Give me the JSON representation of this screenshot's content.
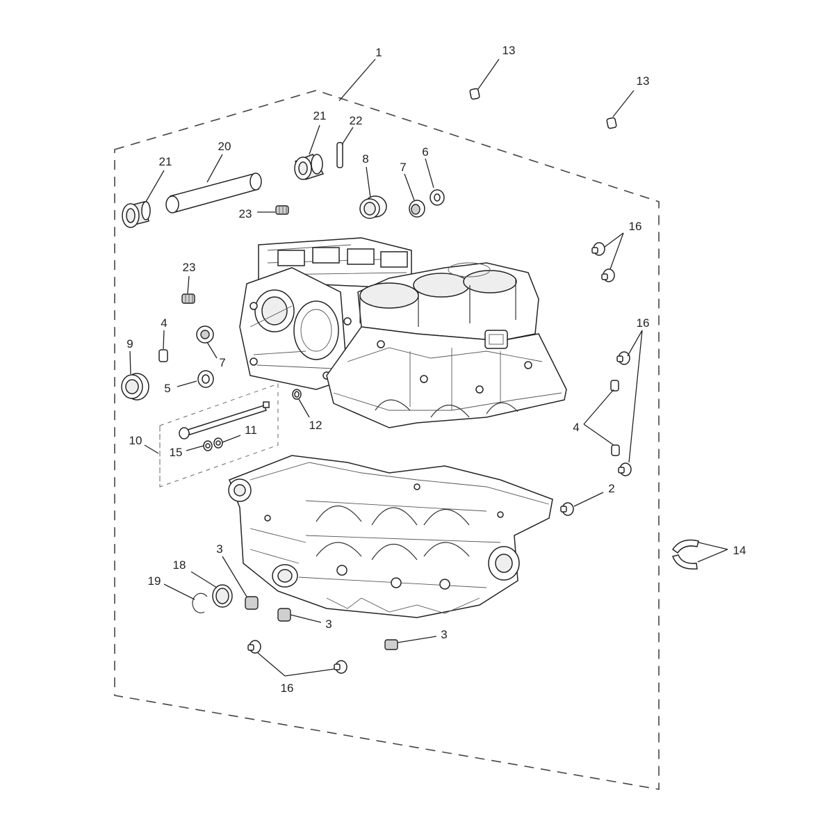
{
  "diagram": {
    "callouts": [
      {
        "id": "c1",
        "text": "1"
      },
      {
        "id": "c13a",
        "text": "13"
      },
      {
        "id": "c13b",
        "text": "13"
      },
      {
        "id": "c21a",
        "text": "21"
      },
      {
        "id": "c22",
        "text": "22"
      },
      {
        "id": "c20",
        "text": "20"
      },
      {
        "id": "c21b",
        "text": "21"
      },
      {
        "id": "c8",
        "text": "8"
      },
      {
        "id": "c7a",
        "text": "7"
      },
      {
        "id": "c6",
        "text": "6"
      },
      {
        "id": "c23a",
        "text": "23"
      },
      {
        "id": "c16a",
        "text": "16"
      },
      {
        "id": "c23b",
        "text": "23"
      },
      {
        "id": "c4a",
        "text": "4"
      },
      {
        "id": "c16b",
        "text": "16"
      },
      {
        "id": "c9",
        "text": "9"
      },
      {
        "id": "c7b",
        "text": "7"
      },
      {
        "id": "c5",
        "text": "5"
      },
      {
        "id": "c12",
        "text": "12"
      },
      {
        "id": "c4b",
        "text": "4"
      },
      {
        "id": "c10",
        "text": "10"
      },
      {
        "id": "c11",
        "text": "11"
      },
      {
        "id": "c15",
        "text": "15"
      },
      {
        "id": "c2",
        "text": "2"
      },
      {
        "id": "c14",
        "text": "14"
      },
      {
        "id": "c3a",
        "text": "3"
      },
      {
        "id": "c18",
        "text": "18"
      },
      {
        "id": "c19",
        "text": "19"
      },
      {
        "id": "c3b",
        "text": "3"
      },
      {
        "id": "c3c",
        "text": "3"
      },
      {
        "id": "c16c",
        "text": "16"
      }
    ]
  }
}
